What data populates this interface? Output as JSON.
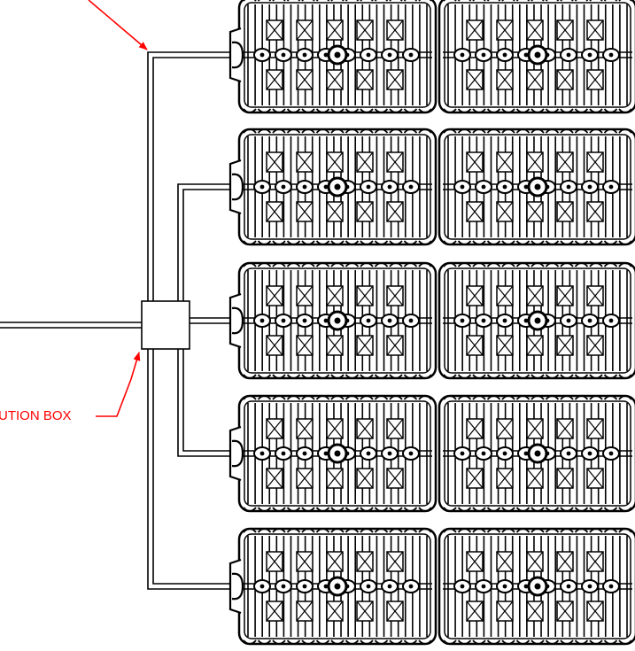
{
  "diagram": {
    "callouts": [
      {
        "id": "distribution-box",
        "text": "UTION BOX"
      }
    ],
    "chamber_rows": 5,
    "chambers_per_row": 2,
    "colors": {
      "line": "#000000",
      "callout": "#ff0000",
      "background": "#ffffff"
    }
  }
}
